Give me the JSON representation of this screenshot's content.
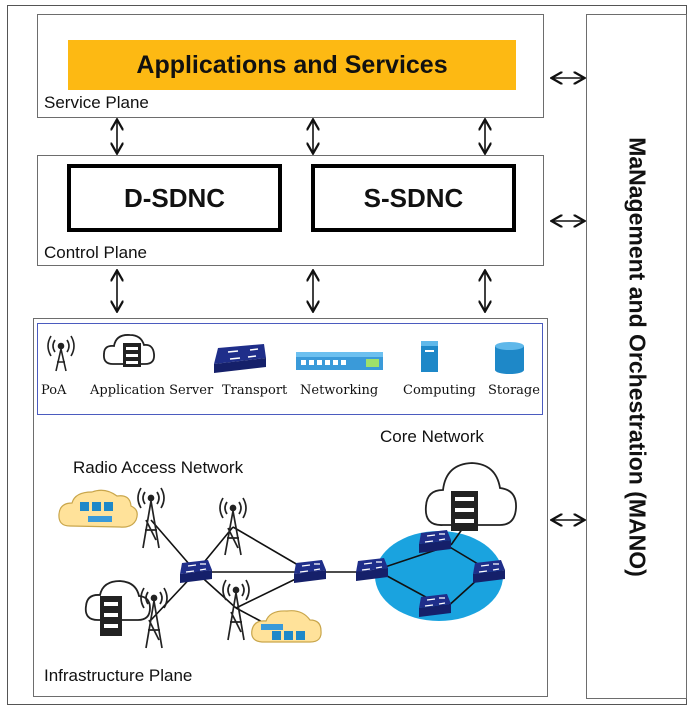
{
  "service_plane": {
    "banner": "Applications and Services",
    "label": "Service Plane"
  },
  "control_plane": {
    "controllers": [
      "D-SDNC",
      "S-SDNC"
    ],
    "label": "Control Plane"
  },
  "infrastructure_plane": {
    "label": "Infrastructure Plane",
    "legend": [
      "PoA",
      "Application Server",
      "Transport",
      "Networking",
      "Computing",
      "Storage"
    ],
    "radio_access_network": "Radio Access Network",
    "core_network": "Core Network"
  },
  "mano": {
    "label": "MaNagement and Orchestration (MANO)"
  },
  "colors": {
    "banner": "#fdb913",
    "switch": "#1f2e8a",
    "core_ring": "#1aa3df",
    "cloud": "#ffe29a",
    "legend_border": "#4b5bbf"
  }
}
